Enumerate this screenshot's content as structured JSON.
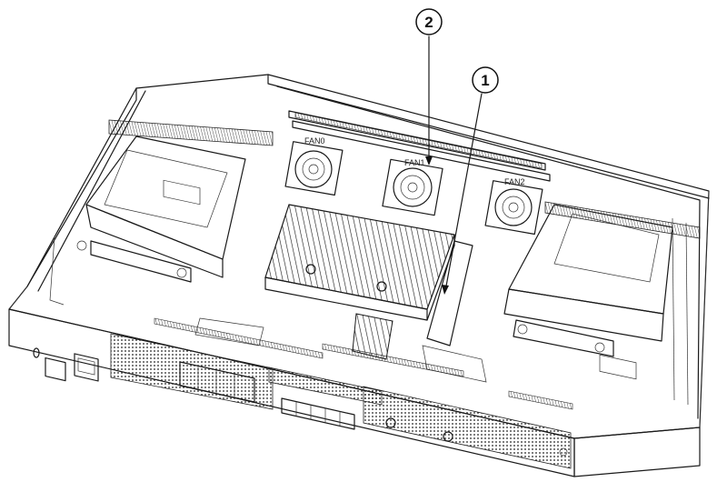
{
  "callouts": [
    {
      "id": "1"
    },
    {
      "id": "2"
    }
  ],
  "fan_labels": [
    "FAN0",
    "FAN1",
    "FAN2"
  ],
  "colors": {
    "line": "#1a1a1a",
    "background": "#ffffff"
  }
}
